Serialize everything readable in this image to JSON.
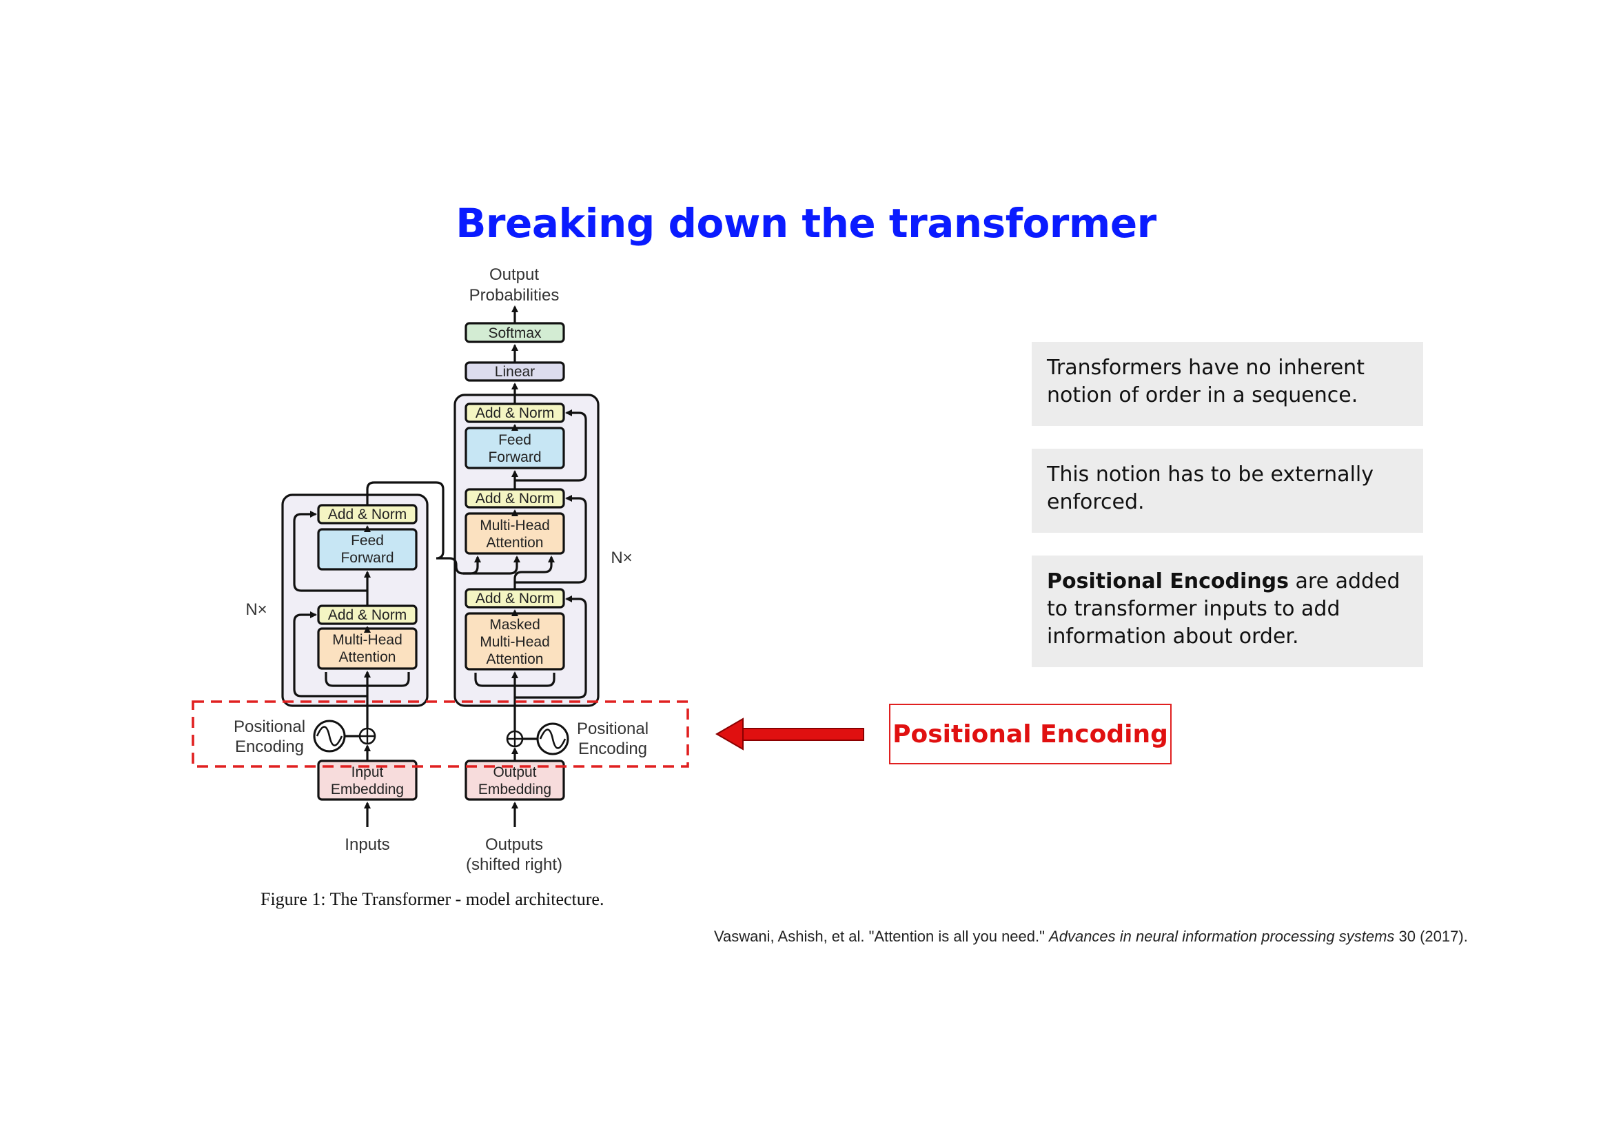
{
  "slide": {
    "title": "Breaking down the transformer",
    "caption": "Figure 1: The Transformer - model architecture.",
    "citation_plain": "Vaswani, Ashish, et al. \"Attention is all you need.\" ",
    "citation_italic": "Advances in neural information processing systems",
    "citation_tail": " 30 (2017)."
  },
  "cards": [
    {
      "text": "Transformers have no inherent notion of order in a sequence."
    },
    {
      "text": "This notion has to be externally enforced."
    },
    {
      "bold": "Positional Encodings",
      "text": " are added to transformer inputs to add information about order."
    }
  ],
  "callout": {
    "label": "Positional Encoding",
    "color": "#e01010"
  },
  "diagram": {
    "output_probs_line1": "Output",
    "output_probs_line2": "Probabilities",
    "softmax": "Softmax",
    "linear": "Linear",
    "add_norm": "Add & Norm",
    "feed_line1": "Feed",
    "feed_line2": "Forward",
    "mha_line1": "Multi-Head",
    "mha_line2": "Attention",
    "masked": "Masked",
    "nx": "N×",
    "pos_line1": "Positional",
    "pos_line2": "Encoding",
    "input_emb_line1": "Input",
    "input_emb_line2": "Embedding",
    "output_emb_line1": "Output",
    "output_emb_line2": "Embedding",
    "inputs": "Inputs",
    "outputs_line1": "Outputs",
    "outputs_line2": "(shifted right)",
    "colors": {
      "add_norm": "#f4f5c3",
      "feed": "#c7e6f4",
      "attention": "#fbe1c0",
      "embedding": "#f7dcdc",
      "softmax": "#d3ecd3",
      "linear": "#dcdcee",
      "stack": "#f0eef6",
      "highlight": "#e02020"
    }
  }
}
